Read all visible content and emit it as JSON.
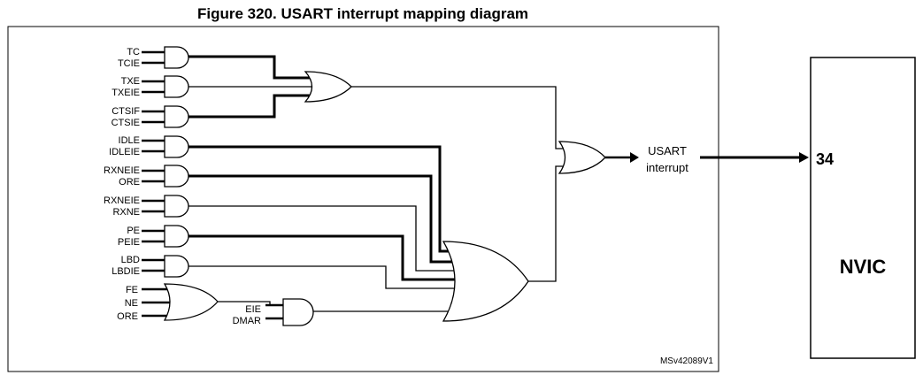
{
  "figure": {
    "title": "Figure 320. USART interrupt mapping diagram",
    "code": "MSv42089V1"
  },
  "and_gates": [
    {
      "top": "TC",
      "bottom": "TCIE"
    },
    {
      "top": "TXE",
      "bottom": "TXEIE"
    },
    {
      "top": "CTSIF",
      "bottom": "CTSIE"
    },
    {
      "top": "IDLE",
      "bottom": "IDLEIE"
    },
    {
      "top": "RXNEIE",
      "bottom": "ORE"
    },
    {
      "top": "RXNEIE",
      "bottom": "RXNE"
    },
    {
      "top": "PE",
      "bottom": "PEIE"
    },
    {
      "top": "LBD",
      "bottom": "LBDIE"
    }
  ],
  "error_or": {
    "inputs": [
      "FE",
      "NE",
      "ORE"
    ]
  },
  "eie_and": {
    "inputs": [
      "EIE",
      "DMAR"
    ]
  },
  "output": {
    "line1": "USART",
    "line2": "interrupt"
  },
  "nvic": {
    "label": "NVIC",
    "line_number": "34"
  }
}
